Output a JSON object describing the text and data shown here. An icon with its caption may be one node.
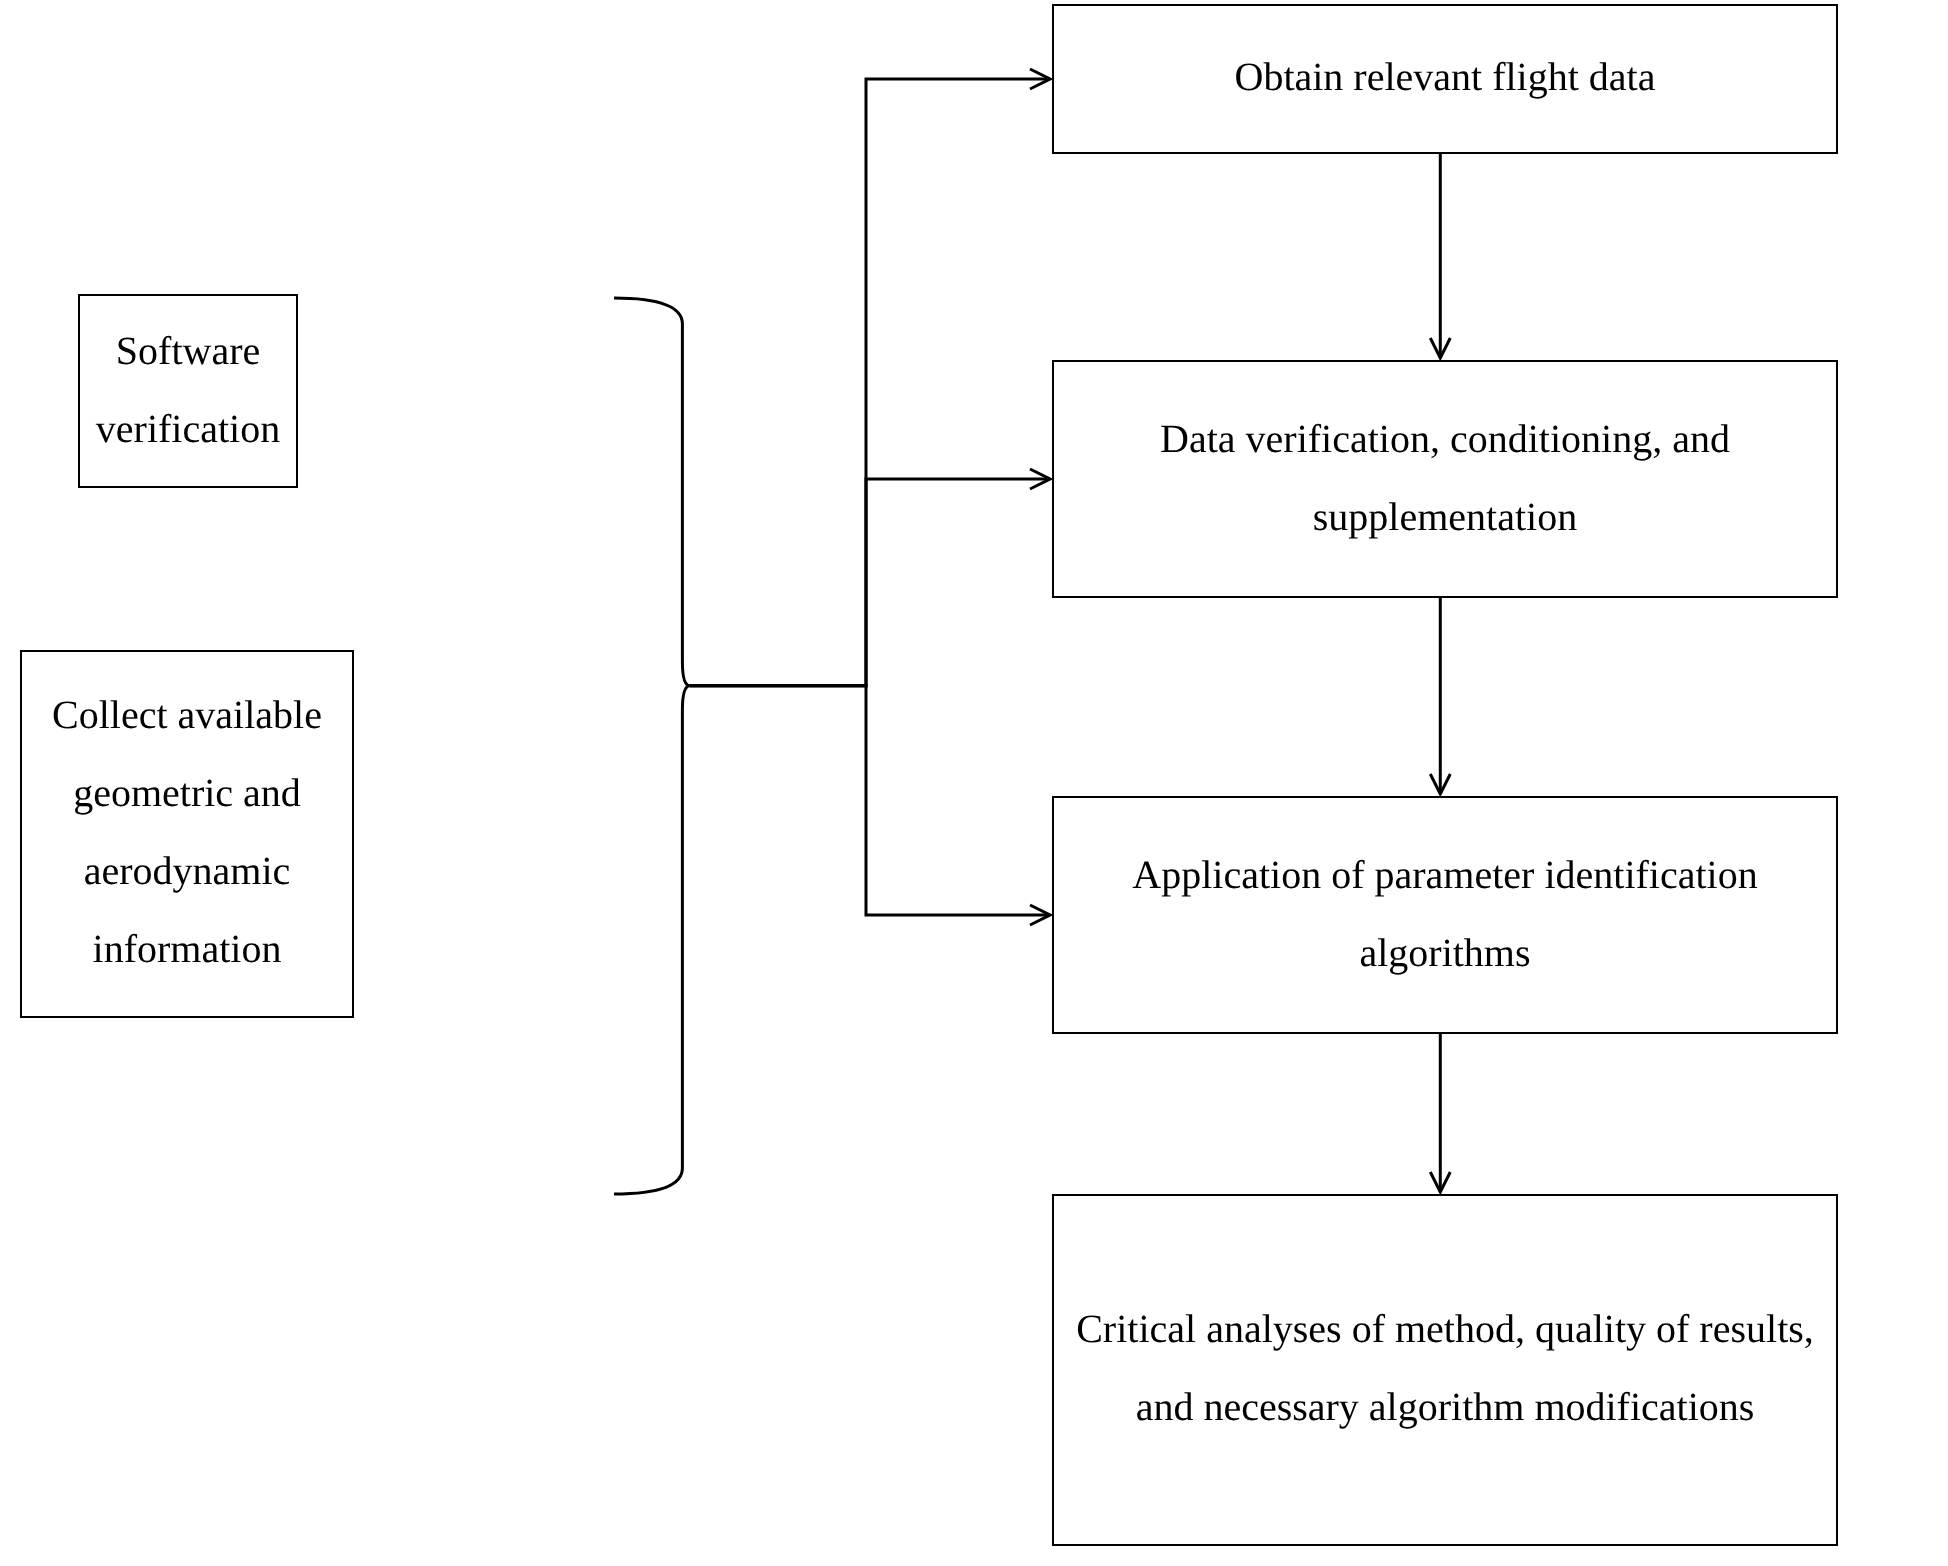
{
  "diagram": {
    "nodes": [
      {
        "text": [
          "Software verification"
        ]
      },
      {
        "text": [
          "Collect available geometric and aerodynamic information"
        ]
      },
      {
        "text": [],
        "shape": "brace"
      },
      {
        "text": [
          "Obtain relevant flight data"
        ]
      },
      {
        "text": [
          "Data verification, conditioning, and supplementation"
        ]
      },
      {
        "text": [
          "Application of parameter identification algorithms"
        ]
      },
      {
        "text": [
          "Critical analyses of method, quality of results, and necessary algorithm modifications"
        ]
      }
    ],
    "edges": [
      {
        "from": 2,
        "to": 3,
        "arrow": "to"
      },
      {
        "from": 2,
        "to": 4,
        "arrow": "to"
      },
      {
        "from": 2,
        "to": 5,
        "arrow": "to"
      },
      {
        "from": 3,
        "to": 4,
        "arrow": "to"
      },
      {
        "from": 4,
        "to": 5,
        "arrow": "to"
      },
      {
        "from": 5,
        "to": 6,
        "arrow": "to"
      }
    ]
  }
}
